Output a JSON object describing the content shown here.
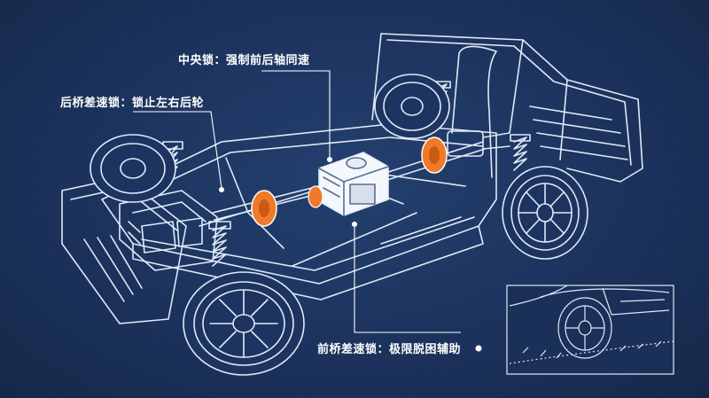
{
  "callouts": {
    "center_lock": "中央锁：强制前后轴同速",
    "rear_diff_lock": "后桥差速锁：锁止左右后轮",
    "front_diff_lock": "前桥差速锁：极限脱困辅助"
  },
  "colors": {
    "background": "#1d3461",
    "line": "#dfe9f7",
    "accent": "#f07a2a"
  }
}
